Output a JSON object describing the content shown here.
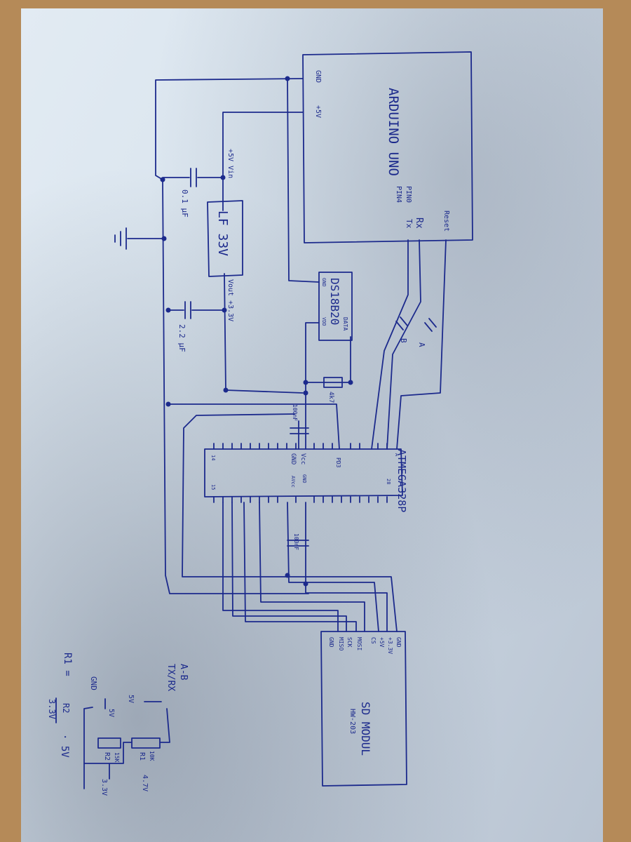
{
  "arduino": {
    "name": "ARDUINO UNO",
    "gnd": "GND",
    "v5": "+5V",
    "pin4": "PIN4",
    "pin10": "PIN0",
    "rx": "Rx",
    "tx": "Tx",
    "reset": "Reset"
  },
  "regulator": {
    "name": "LF 33V",
    "vin": "+5V Vin",
    "vout": "Vout +3.3V"
  },
  "caps": {
    "c1": "0.1 µF",
    "c2": "2.2 µF",
    "c3": "100nF",
    "c4": "100nF"
  },
  "sensor": {
    "name": "DS18B20",
    "gnd": "GND",
    "vdd": "VDD",
    "data": "DATA",
    "resistor": "4k7"
  },
  "mcu": {
    "name": "ATMEGA328P",
    "pin1": "1",
    "pin14": "14",
    "pin15": "15",
    "pin28": "28",
    "vcc": "Vcc",
    "gnd": "GND",
    "avcc": "AVcc",
    "gnd2": "GND",
    "pd3": "PD3",
    "a_label": "A"
  },
  "buses": {
    "a": "A",
    "b": "B"
  },
  "sd": {
    "name": "SD MODUL",
    "model": "HW-203",
    "pins": [
      "GND",
      "+3.3V",
      "+5V",
      "CS",
      "MOSI",
      "SCK",
      "MISO",
      "GND"
    ]
  },
  "divider": {
    "title": "A-B",
    "txrx": "TX/RX",
    "gnd": "GND",
    "v5": "5V",
    "r1": "R1",
    "r1_val": "10K",
    "r2": "R2",
    "r2_val": "15K",
    "v47": "4.7V",
    "v33": "3.3V",
    "formula_lhs": "R1 =",
    "formula_num": "R2",
    "formula_den": "3.3V",
    "formula_rhs": "· 5V"
  }
}
